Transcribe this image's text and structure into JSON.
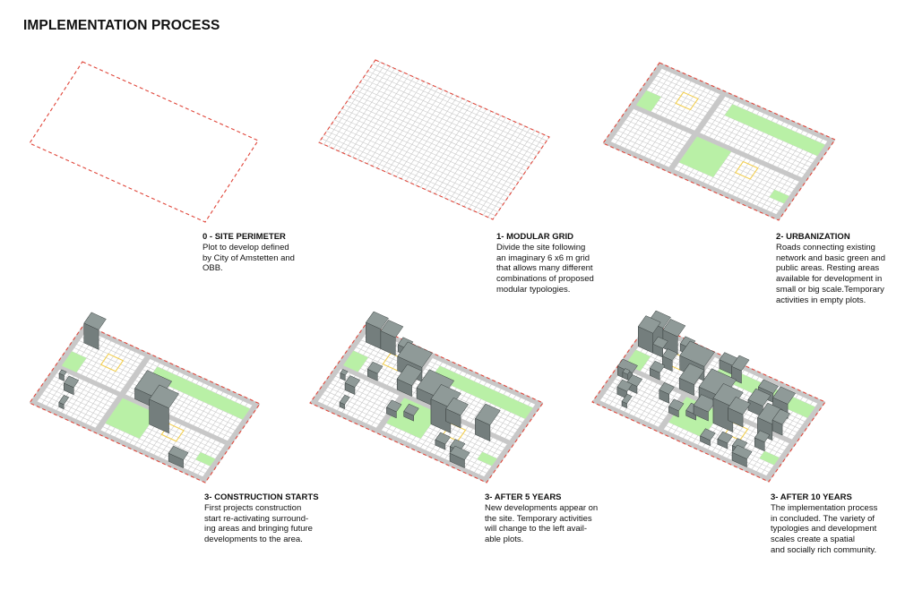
{
  "title": "IMPLEMENTATION PROCESS",
  "colors": {
    "perimeter": "#e0463a",
    "grid_line": "#c9c9c9",
    "road": "#c8c8c8",
    "green": "#b9f0a6",
    "resting": "#f2cf53",
    "building_top": "#8f9a98",
    "building_left": "#5f6867",
    "building_right": "#747e7d"
  },
  "stages": [
    {
      "heading": "0 - SITE PERIMETER",
      "text": "Plot to develop defined\nby City of Amstetten and\nOBB."
    },
    {
      "heading": "1- MODULAR GRID",
      "text": "Divide the site following\nan imaginary 6 x6 m grid\nthat allows many different\ncombinations of proposed\nmodular typologies."
    },
    {
      "heading": "2- URBANIZATION",
      "text": "Roads connecting existing\nnetwork and basic green and\npublic areas. Resting areas\navailable for development in\nsmall or big scale.Temporary\nactivities in empty plots."
    },
    {
      "heading": "3- CONSTRUCTION STARTS",
      "text": "First projects construction\nstart re-activating surround-\ning areas and bringing future\ndevelopments to the area."
    },
    {
      "heading": "3-  AFTER 5 YEARS",
      "text": "New developments appear on\nthe site. Temporary activities\nwill change to the left avail-\nable plots."
    },
    {
      "heading": "3-  AFTER 10 YEARS",
      "text": "The implementation process\nin concluded. The variety of\ntypologies  and development\nscales create a spatial\nand socially rich community."
    }
  ]
}
